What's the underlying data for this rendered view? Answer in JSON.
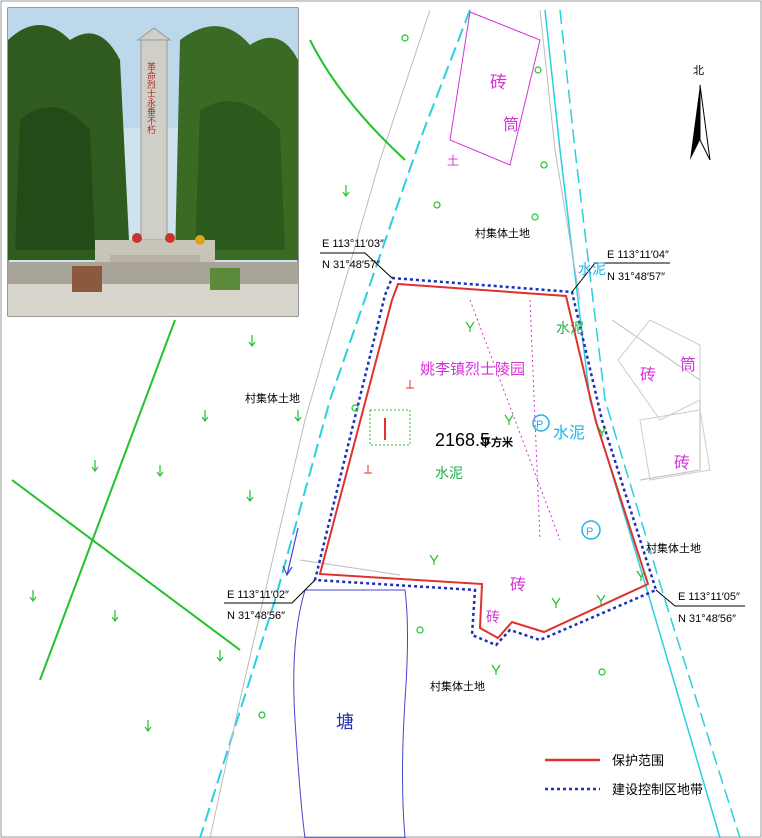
{
  "coords": {
    "nw": {
      "e": "E 113°11′03″",
      "n": "N 31°48′57″"
    },
    "ne": {
      "e": "E 113°11′04″",
      "n": "N 31°48′57″"
    },
    "sw": {
      "e": "E 113°11′02″",
      "n": "N 31°48′56″"
    },
    "se": {
      "e": "E 113°11′05″",
      "n": "N 31°48′56″"
    }
  },
  "labels": {
    "cemetery": "姚李镇烈士陵园",
    "area": "2168.5",
    "area_unit": "平方米",
    "cement": "水泥",
    "brick": "砖",
    "tube": "筒",
    "earth": "土",
    "village_land": "村集体土地",
    "pond": "塘",
    "parking": "P",
    "north": "北"
  },
  "legend": {
    "protection": "保护范围",
    "control": "建设控制区地带"
  },
  "photo": {
    "monument_text": "革命烈士永垂不朽"
  },
  "colors": {
    "protection_line": "#e0312e",
    "control_line": "#1a2fbf",
    "road": "#2ad0e0",
    "vegetation": "#22c22c",
    "building": "#d633d6"
  }
}
